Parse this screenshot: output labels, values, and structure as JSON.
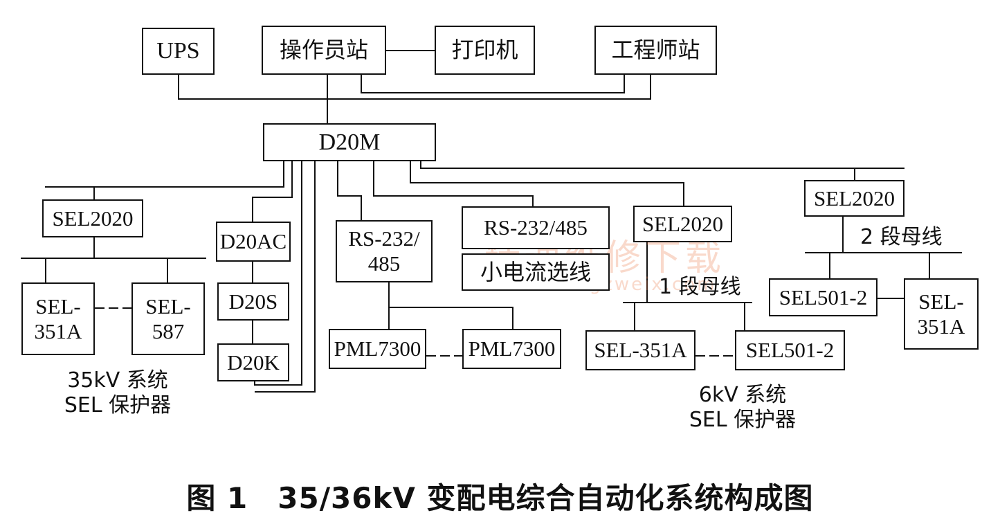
{
  "boxes": {
    "ups": "UPS",
    "operator_station": "操作员站",
    "printer": "打印机",
    "engineer_station": "工程师站",
    "d20m": "D20M",
    "sel2020_left": "SEL2020",
    "d20ac": "D20AC",
    "d20s": "D20S",
    "d20k": "D20K",
    "rs232_485_a": "RS-232/\n485",
    "rs232_485_b": "RS-232/485",
    "small_current": "小电流选线",
    "sel2020_mid": "SEL2020",
    "sel2020_right": "SEL2020",
    "sel351a_left": "SEL-\n351A",
    "sel587": "SEL-\n587",
    "pml7300_a": "PML7300",
    "pml7300_b": "PML7300",
    "sel351a_mid": "SEL-351A",
    "sel501_mid": "SEL501-2",
    "sel501_right": "SEL501-2",
    "sel351a_right": "SEL-\n351A"
  },
  "labels": {
    "bus1": "1 段母线",
    "bus2": "2 段母线",
    "group_35kv": "35kV 系统\nSEL 保护器",
    "group_6kv": "6kV 系统\nSEL 保护器"
  },
  "caption": "图 1　35/36kV 变配电综合自动化系统构成图",
  "watermark": "精通维修下载",
  "watermark_url": "www.gzweix.com"
}
